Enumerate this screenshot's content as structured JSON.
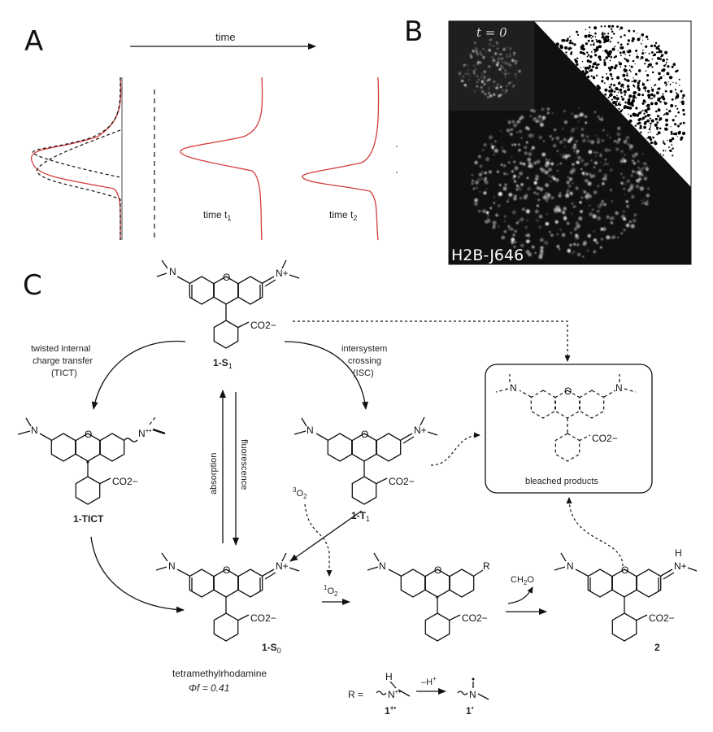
{
  "panels": {
    "a": {
      "letter": "A",
      "time_label": "time",
      "t1_label_main": "time t",
      "t1_label_sub": "1",
      "t2_label_main": "time t",
      "t2_label_sub": "2"
    },
    "b": {
      "letter": "B",
      "t0_label": "t = 0",
      "sample_label": "H2B-J646"
    },
    "c": {
      "letter": "C",
      "tict_label_line1": "twisted internal",
      "tict_label_line2": "charge transfer",
      "tict_label_line3": "(TICT)",
      "isc_label_line1": "intersystem",
      "isc_label_line2": "crossing",
      "isc_label_line3": "(ISC)",
      "absorption_label": "absorption",
      "fluorescence_label": "fluorescence",
      "s1_label": "1-S",
      "s1_sub": "1",
      "tict_state_label": "1-TICT",
      "t1_state_label": "1-T",
      "t1_sub": "1",
      "s0_label": "1-S",
      "s0_sub": "0",
      "compound_name": "tetramethylrhodamine",
      "quantum_yield": "Φf = 0.41",
      "triplet_oxygen": "3O2",
      "singlet_oxygen": "1O2",
      "bleached_label": "bleached products",
      "formaldehyde": "CH2O",
      "compound2_label": "2",
      "r_equals": "R =",
      "loss_h": "–H+",
      "radical_cation_label": "1+•",
      "radical_label": "1•",
      "co2_label": "CO2−",
      "n_plus": "N+",
      "n_atom": "N",
      "o_atom": "O",
      "h_atom": "H",
      "r_atom": "R"
    }
  }
}
